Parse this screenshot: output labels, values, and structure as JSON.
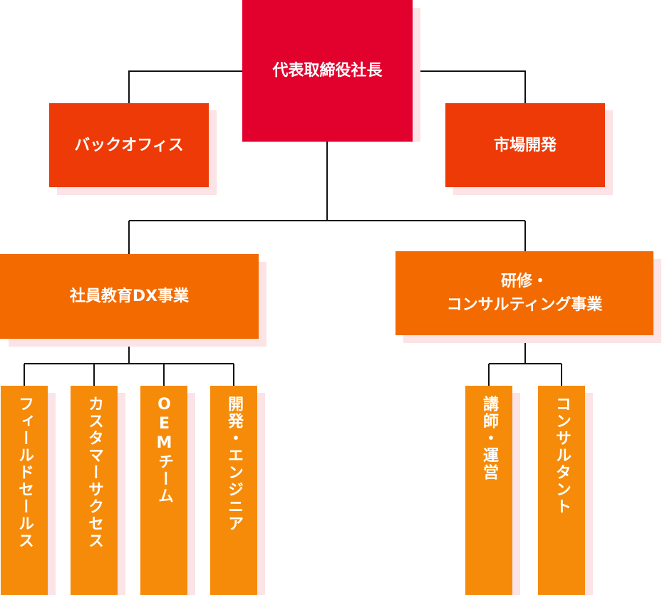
{
  "ceo": {
    "label": "代表取締役社長"
  },
  "back_office": {
    "label": "バックオフィス"
  },
  "market_dev": {
    "label": "市場開発"
  },
  "dx_business": {
    "label": "社員教育DX事業"
  },
  "consulting_business": {
    "label": "研修・\nコンサルティング事業"
  },
  "dx_teams": [
    {
      "label": "フィールドセールス"
    },
    {
      "label": "カスタマーサクセス"
    },
    {
      "label": "OEMチーム"
    },
    {
      "label": "開発・エンジニア"
    }
  ],
  "consulting_teams": [
    {
      "label": "講師・運営"
    },
    {
      "label": "コンサルタント"
    }
  ],
  "colors": {
    "ceo": "#e2002d",
    "tier2": "#ee3a07",
    "tier3": "#f26a00",
    "tier4": "#f68b0a",
    "shadow": "#fbe3e6",
    "line": "#111111"
  }
}
